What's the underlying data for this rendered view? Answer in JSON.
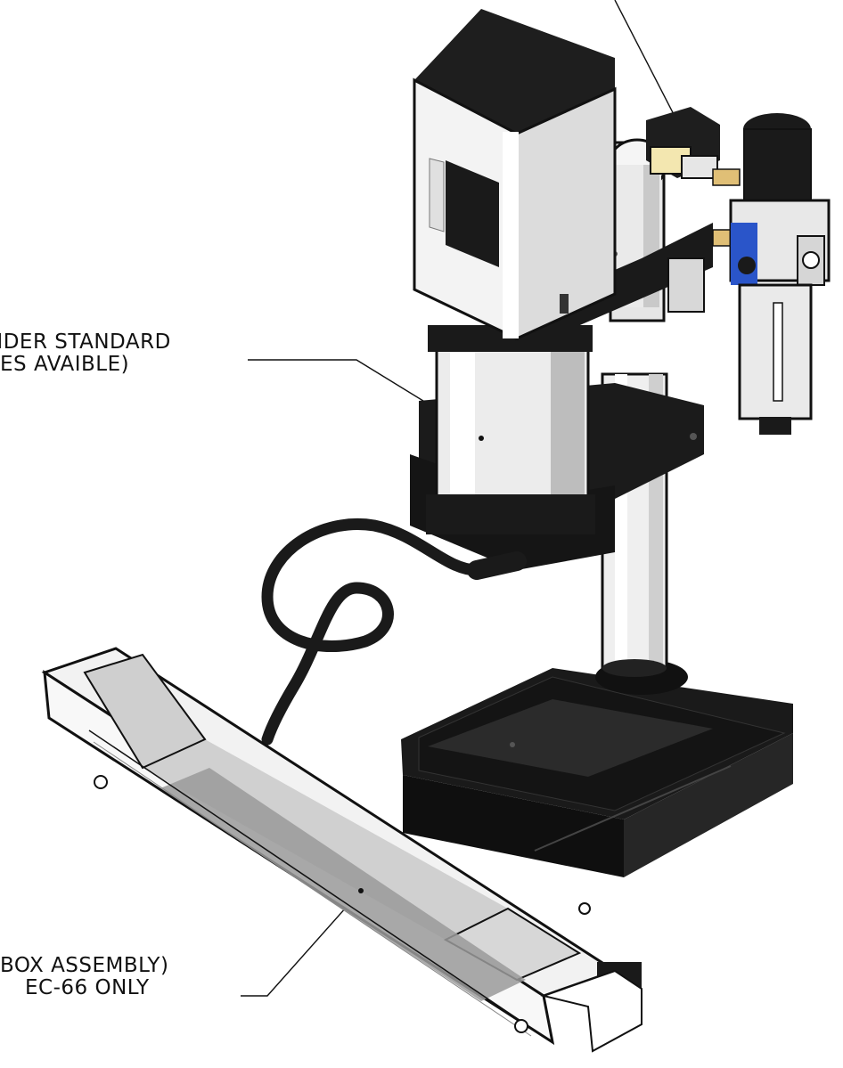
{
  "callouts": {
    "cylinder": {
      "line1": "NDER STANDARD",
      "line2": "ES AVAIBLE)"
    },
    "footswitch_box": {
      "line1": "BOX ASSEMBLY)",
      "line2": "EC-66 ONLY"
    }
  },
  "colors": {
    "ink": "#111111",
    "black_part": "#1a1a1a",
    "metal_light": "#f2f2f2",
    "metal_mid": "#cfcfcf",
    "plate_gray": "#9a9a9a",
    "filter_blue": "#2a55c9"
  }
}
